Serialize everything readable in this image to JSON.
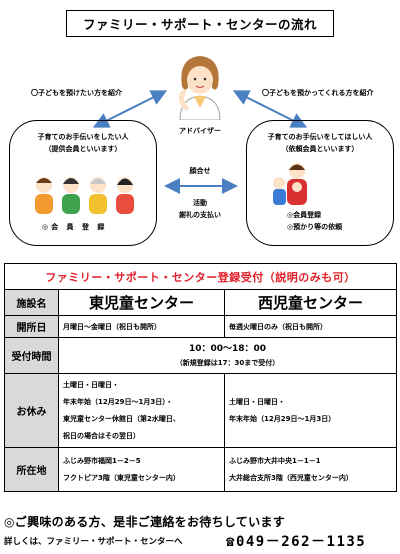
{
  "diagram": {
    "title": "ファミリー・サポート・センターの流れ",
    "left_caption": "〇子どもを預けたい方を紹介",
    "right_caption": "〇子どもを預かってくれる方を紹介",
    "adviser_label": "アドバイザー",
    "left_box": {
      "title_line1": "子育てのお手伝いをしたい人",
      "title_line2": "（提供会員といいます）",
      "footer": "◎会 員 登 録"
    },
    "right_box": {
      "title_line1": "子育てのお手伝いをしてほしい人",
      "title_line2": "（依頼会員といいます）",
      "footer_line1": "◎会員登録",
      "footer_line2": "◎預かり等の依頼"
    },
    "center_top": "顔合せ",
    "center_bottom_line1": "活動",
    "center_bottom_line2": "謝礼の支払い"
  },
  "table": {
    "banner": "ファミリー・サポート・センター登録受付（説明のみも可）",
    "facility_header": "施設名",
    "facility_east": "東児童センター",
    "facility_west": "西児童センター",
    "open_header": "開所日",
    "open_east": "月曜日～金曜日（祝日も開所）",
    "open_west": "毎週火曜日のみ（祝日も開所）",
    "hours_header": "受付時間",
    "hours_line1": "10：00～18：00",
    "hours_line2": "（新規登録は17：30まで受付）",
    "closed_header": "お休み",
    "closed_east": [
      "土曜日・日曜日・",
      "年末年始（12月29日～1月3日）・",
      "東児童センター休館日（第2水曜日、",
      "祝日の場合はその翌日）"
    ],
    "closed_west": [
      "土曜日・日曜日・",
      "年末年始（12月29日～1月3日）"
    ],
    "address_header": "所在地",
    "address_east": [
      "ふじみ野市福岡1－2－5",
      "フクトピア3階（東児童センター内）"
    ],
    "address_west": [
      "ふじみ野市大井中央1－1－1",
      "大井総合支所3階（西児童センター内）"
    ]
  },
  "footer": {
    "line1": "◎ご興味のある方、是非ご連絡をお待ちしています",
    "line2": "詳しくは、ファミリー・サポート・センターへ",
    "phone": "049－262－1135"
  },
  "colors": {
    "banner_text": "#e0202a",
    "arrow": "#4a7fc1",
    "header_bg": "#d9d9d9"
  }
}
